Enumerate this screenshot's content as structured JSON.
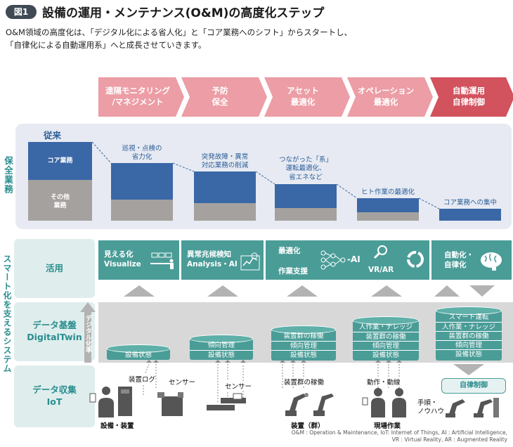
{
  "figure": {
    "badge": "図1",
    "title": "設備の運用・メンテナンス(O&M)の高度化ステップ",
    "intro_line1": "O&M領域の高度化は、「デジタル化による省人化」と「コア業務へのシフト」からスタートし、",
    "intro_line2": "「自律化による自動運用系」へと成長させていきます。"
  },
  "stages": [
    {
      "line1": "遠隔モニタリング",
      "line2": "/マネジメント",
      "color": "#ec9da5"
    },
    {
      "line1": "予防",
      "line2": "保全",
      "color": "#ec9da5"
    },
    {
      "line1": "アセット",
      "line2": "最適化",
      "color": "#ec9da5"
    },
    {
      "line1": "オペレーション",
      "line2": "最適化",
      "color": "#ec9da5"
    },
    {
      "line1": "自動運用",
      "line2": "自律制御",
      "color": "#d2525d"
    }
  ],
  "maintenance": {
    "side_label": "保全業務",
    "conventional": "従来",
    "core_label": "コア業務",
    "other_label_1": "その他",
    "other_label_2": "業務",
    "annotations": [
      {
        "l1": "巡視・点検の",
        "l2": "省力化",
        "l3": ""
      },
      {
        "l1": "突発故障・異常",
        "l2": "対応業務の削減",
        "l3": ""
      },
      {
        "l1": "つながった「系」",
        "l2": "運転最適化、",
        "l3": "省エネなど"
      },
      {
        "l1": "ヒト作業の最適化",
        "l2": "",
        "l3": ""
      },
      {
        "l1": "コア業務への集中",
        "l2": "",
        "l3": ""
      }
    ]
  },
  "system": {
    "side_label": "スマート化を支えるシステム",
    "rows": {
      "use": "活用",
      "platform_1": "データ基盤",
      "platform_2": "DigitalTwin",
      "collect_1": "データ収集",
      "collect_2": "IoT"
    },
    "use_boxes": {
      "visualize_jp": "見える化",
      "visualize_en": "Visualize",
      "analysis_jp": "異常兆候検知",
      "analysis_en": "Analysis・AI",
      "optimize": "最適化",
      "support": "作業支援",
      "ai": "-AI",
      "vrar": "VR/AR",
      "auto_1": "自動化・",
      "auto_2": "自律化"
    },
    "digital_arrow": "デジタル化率",
    "stacks": [
      [
        "設備状態"
      ],
      [
        "傾向管理",
        "設備状態"
      ],
      [
        "装置群の稼働",
        "傾向管理",
        "設備状態"
      ],
      [
        "人作業・ナレッジ",
        "装置群の稼働",
        "傾向管理",
        "設備状態"
      ],
      [
        "スマート運転",
        "人作業・ナレッジ",
        "装置群の稼働",
        "傾向管理",
        "設備状態"
      ]
    ],
    "iot": {
      "device_log": "装置ログ",
      "sensor1": "センサー",
      "sensor2": "センサー",
      "group_op": "装置群の稼働",
      "motion": "動作・動線",
      "procedure_1": "手順・",
      "procedure_2": "ノウハウ",
      "autonomous": "自律制御",
      "cat_equipment": "設備・装置",
      "cat_group": "装置（群）",
      "cat_field": "現場作業"
    },
    "footnote_1": "O&M : Operation & Maintenance, IoT: Internet of Things, AI : Artificial Intelligence,",
    "footnote_2": "VR : Virtual Reality, AR : Augmented Reality"
  },
  "colors": {
    "teal": "#4a9c97",
    "blue": "#3a67a6",
    "gray": "#a5a19e",
    "pink": "#ec9da5",
    "red": "#d2525d"
  }
}
